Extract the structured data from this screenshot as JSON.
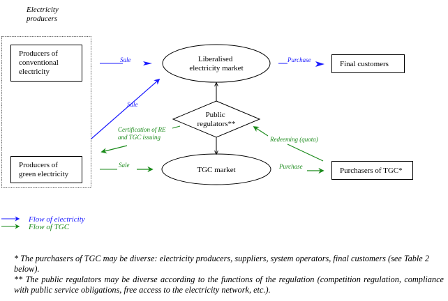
{
  "diagram": {
    "group_heading": [
      "Electricity",
      "producers"
    ],
    "nodes": {
      "conventional_producers": [
        "Producers of",
        "conventional",
        "electricity"
      ],
      "green_producers": [
        "Producers of",
        "green electricity"
      ],
      "liberalised_market": [
        "Liberalised",
        "electricity market"
      ],
      "final_customers": "Final customers",
      "public_regulators": [
        "Public",
        "regulators**"
      ],
      "tgc_market": "TGC market",
      "tgc_purchasers": "Purchasers of TGC*"
    },
    "edges": {
      "sale_conventional": "Sale",
      "sale_green_electricity": "Sale",
      "purchase_final": "Purchase",
      "certification": [
        "Certification of RE",
        "and TGC issuing"
      ],
      "redeeming": "Redeeming (quota)",
      "sale_green_tgc": "Sale",
      "purchase_tgc": "Purchase"
    },
    "colors": {
      "electricity_flow": "#1a1aff",
      "tgc_flow": "#1a8a1a",
      "outline": "#000000"
    }
  },
  "legend": {
    "items": [
      {
        "label": "Flow of electricity",
        "color": "#1a1aff"
      },
      {
        "label": "Flow of TGC",
        "color": "#1a8a1a"
      }
    ]
  },
  "footnotes": [
    "* The purchasers of TGC may be diverse: electricity producers, suppliers, system operators, final customers (see Table 2 below).",
    "** The public regulators may be diverse according to the functions of the regulation (competition regulation, compliance with public service obligations, free access to the electricity network, etc.)."
  ]
}
